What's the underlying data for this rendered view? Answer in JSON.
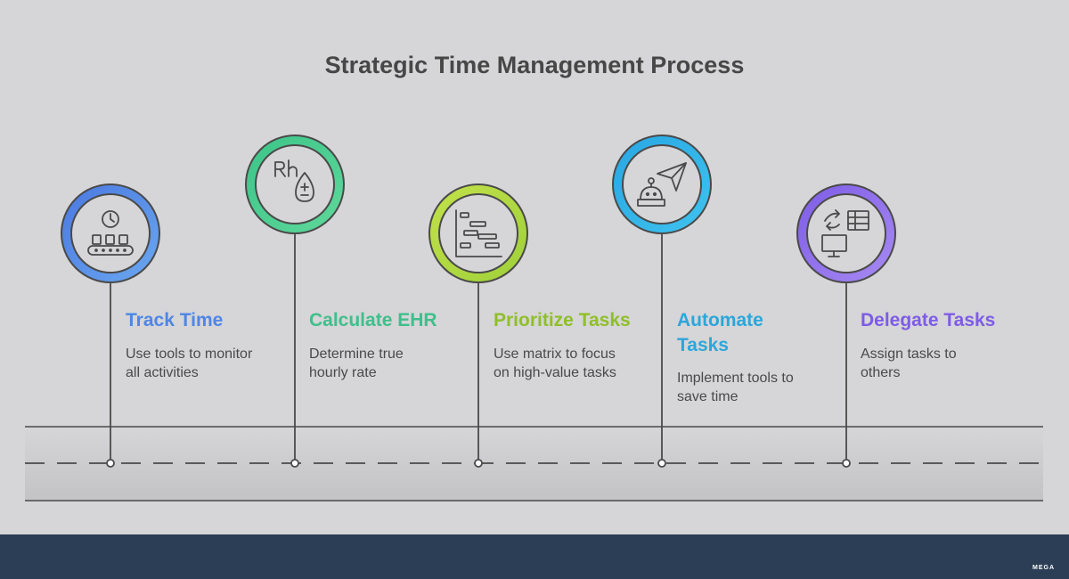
{
  "title": "Strategic Time Management Process",
  "steps": [
    {
      "title": "Track Time",
      "title_lines": [
        "Track Time"
      ],
      "description_lines": [
        "Use tools to monitor",
        "all activities"
      ],
      "color": "#4f86e6",
      "ring": "#4f86e6",
      "icon": "time-tracking-icon"
    },
    {
      "title": "Calculate EHR",
      "title_lines": [
        "Calculate EHR"
      ],
      "description_lines": [
        "Determine true",
        "hourly rate"
      ],
      "color": "#3fbf8c",
      "ring": "#42c98b",
      "icon": "rate-calculation-icon"
    },
    {
      "title": "Prioritize Tasks",
      "title_lines": [
        "Prioritize Tasks"
      ],
      "description_lines": [
        "Use matrix to focus",
        "on high-value tasks"
      ],
      "color": "#8fbf2a",
      "ring": "#a8d63a",
      "icon": "gantt-chart-icon"
    },
    {
      "title": "Automate Tasks",
      "title_lines": [
        "Automate",
        "Tasks"
      ],
      "description_lines": [
        "Implement tools to",
        "save time"
      ],
      "color": "#2aa7dc",
      "ring": "#2cb1e6",
      "icon": "robot-automation-icon"
    },
    {
      "title": "Delegate Tasks",
      "title_lines": [
        "Delegate Tasks"
      ],
      "description_lines": [
        "Assign tasks to",
        "others"
      ],
      "color": "#7d5ce6",
      "ring": "#8a6cf0",
      "icon": "delegation-icon"
    }
  ],
  "brand": "MEGA"
}
